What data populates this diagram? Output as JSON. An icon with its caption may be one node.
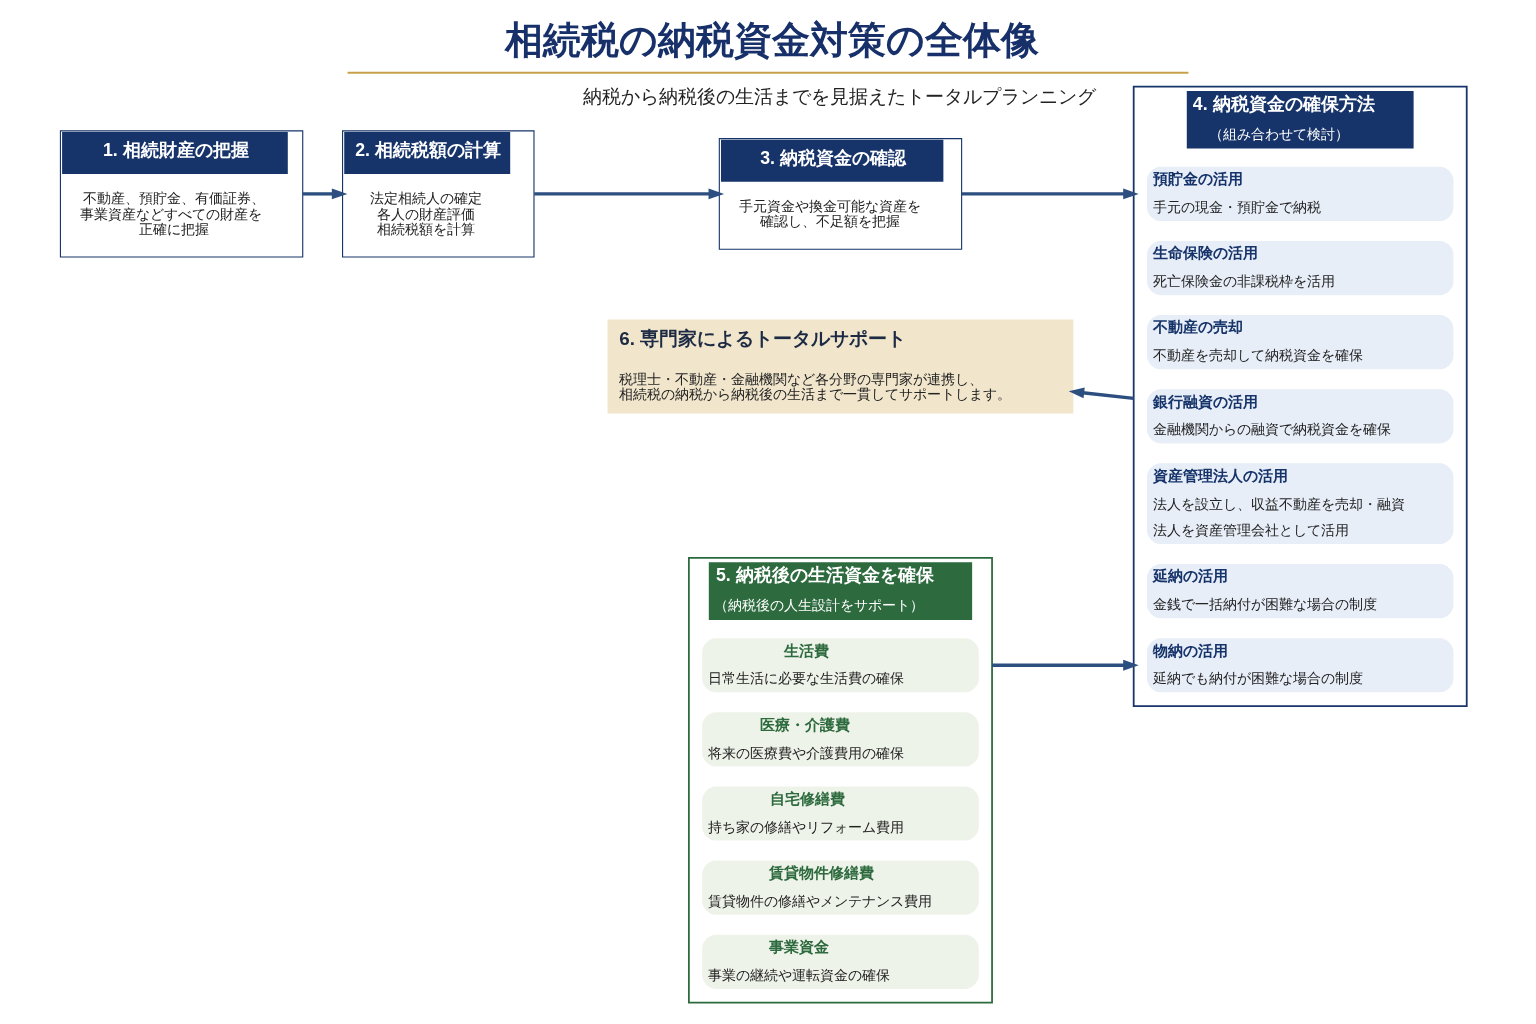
{
  "diagram": {
    "title": "相続税の納税資金対策の全体像",
    "nodes": [
      {
        "text": [
          "1. 相続財産の把握",
          "不動産、預貯金、有価証券、事業資産などすべての財産を正確に把握"
        ]
      },
      {
        "text": [
          "2. 相続税額の計算",
          "法定相続人の確定",
          "各人の財産評価",
          "相続税額を計算"
        ]
      },
      {
        "text": [
          "3. 納税資金の確認",
          "手元資金や換金可能な資産を確認し、不足額を把握"
        ]
      },
      {
        "text": [
          "4. 納税資金の確保方法",
          "（組み合わせて検討）"
        ]
      },
      {
        "text": [
          "預貯金の活用",
          "手元の現金・預貯金で納税"
        ],
        "in": 3
      },
      {
        "text": [
          "生命保険の活用",
          "死亡保険金の非課税枠を活用"
        ],
        "in": 3
      },
      {
        "text": [
          "不動産の売却",
          "不動産を売却して納税資金を確保"
        ],
        "in": 3
      },
      {
        "text": [
          "銀行融資の活用",
          "金融機関からの融資で納税資金を確保"
        ],
        "in": 3
      },
      {
        "text": [
          "資産管理法人の活用",
          "法人を設立し、収益不動産を売却・融資",
          "法人を資産管理会社として活用"
        ],
        "in": 3
      },
      {
        "text": [
          "延納の活用",
          "金銭で一括納付が困難な場合の制度"
        ],
        "in": 3
      },
      {
        "text": [
          "物納の活用",
          "延納でも納付が困難な場合の制度"
        ],
        "in": 3
      },
      {
        "text": [
          "5. 納税後の生活資金を確保",
          "（納税後の人生設計をサポート）"
        ]
      },
      {
        "text": [
          "生活費",
          "日常生活に必要な生活費の確保"
        ],
        "in": 11
      },
      {
        "text": [
          "医療・介護費",
          "将来の医療費や介護費用の確保"
        ],
        "in": 11
      },
      {
        "text": [
          "自宅修繕費",
          "持ち家の修繕やリフォーム費用"
        ],
        "in": 11
      },
      {
        "text": [
          "賃貸物件修繕費",
          "賃貸物件の修繕やメンテナンス費用"
        ],
        "in": 11
      },
      {
        "text": [
          "事業資金",
          "事業の継続や運転資金の確保"
        ],
        "in": 11
      },
      {
        "text": [
          "6. 専門家によるトータルサポート",
          "税理士・不動産・金融機関など各分野の専門家が連携し、相続税の納税から納税後の生活まで一貫してサポートします。"
        ]
      }
    ],
    "edges": [
      {
        "from": 0,
        "to": 1,
        "arrow": "to"
      },
      {
        "from": 1,
        "to": 2,
        "arrow": "to"
      },
      {
        "from": 2,
        "to": 3,
        "arrow": "to"
      },
      {
        "from": 11,
        "to": 3,
        "arrow": "to"
      },
      {
        "from": 3,
        "to": 17,
        "arrow": "to"
      }
    ],
    "labels": [
      "納税から納税後の生活までを見据えたトータルプランニング"
    ]
  }
}
